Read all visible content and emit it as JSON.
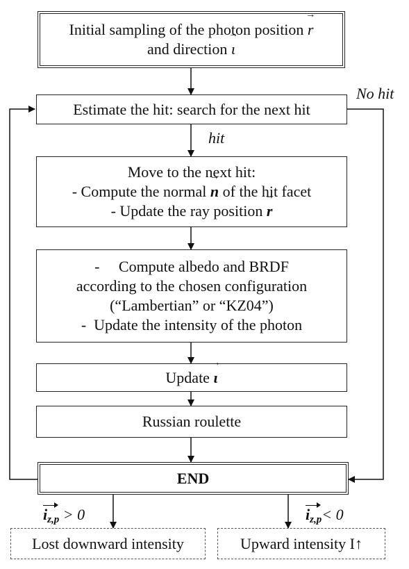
{
  "nodes": {
    "start_line1": "Initial sampling of the photon position",
    "start_var_r": "r",
    "start_line2": "and direction",
    "start_var_i": "ι",
    "estimate": "Estimate the hit: search for the next hit",
    "move_line1": "Move to the next hit:",
    "move_line2_pre": "- Compute the normal",
    "move_var_n": "n",
    "move_line2_post": "of the hit facet",
    "move_line3_pre": "- Update the ray position",
    "move_var_r": "r",
    "albedo_line1": "-     Compute albedo and BRDF",
    "albedo_line2": "according to the chosen configuration",
    "albedo_line3": "(“Lambertian” or “KZ04”)",
    "albedo_line4": "-  Update the intensity of the photon",
    "update_pre": "Update",
    "update_var": "ι",
    "roulette": "Russian roulette",
    "end": "END",
    "lost": "Lost downward intensity",
    "upward": "Upward intensity I↑"
  },
  "edge_labels": {
    "no_hit": "No hit",
    "hit": "hit",
    "cond_left_var": "i",
    "cond_left_sub": "z,p",
    "cond_left_op": " > 0",
    "cond_right_var": "i",
    "cond_right_sub": "z,p",
    "cond_right_op": "< 0"
  },
  "arrow_glyph": "→"
}
